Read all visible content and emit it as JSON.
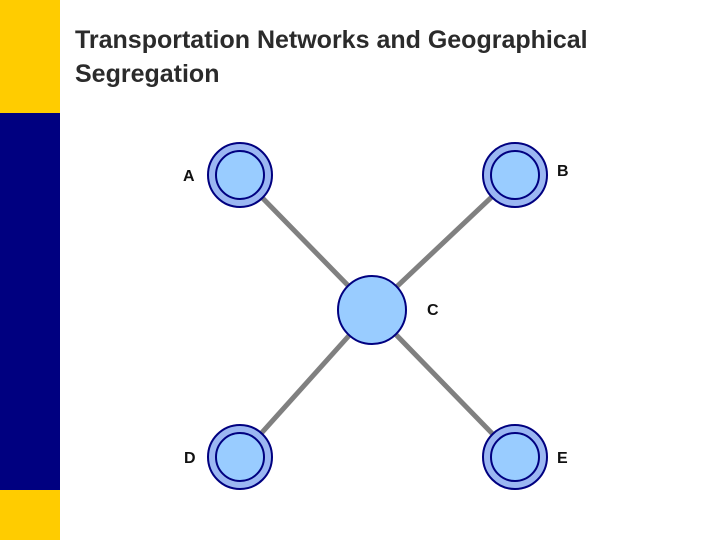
{
  "slide": {
    "title_line1": "Transportation Networks and Geographical",
    "title_line2": "Segregation"
  },
  "colors": {
    "accent_yellow": "#FFCC00",
    "accent_navy": "#000080",
    "node_fill_outer": "#9BB7F2",
    "node_fill_inner": "#99CCFF",
    "node_stroke": "#000080",
    "edge": "#808080"
  },
  "diagram": {
    "nodes": [
      {
        "id": "A",
        "label": "A",
        "style": "double-ring"
      },
      {
        "id": "B",
        "label": "B",
        "style": "double-ring"
      },
      {
        "id": "C",
        "label": "C",
        "style": "single"
      },
      {
        "id": "D",
        "label": "D",
        "style": "double-ring"
      },
      {
        "id": "E",
        "label": "E",
        "style": "double-ring"
      }
    ],
    "edges": [
      {
        "from": "A",
        "to": "C"
      },
      {
        "from": "B",
        "to": "C"
      },
      {
        "from": "D",
        "to": "C"
      },
      {
        "from": "E",
        "to": "C"
      }
    ]
  }
}
